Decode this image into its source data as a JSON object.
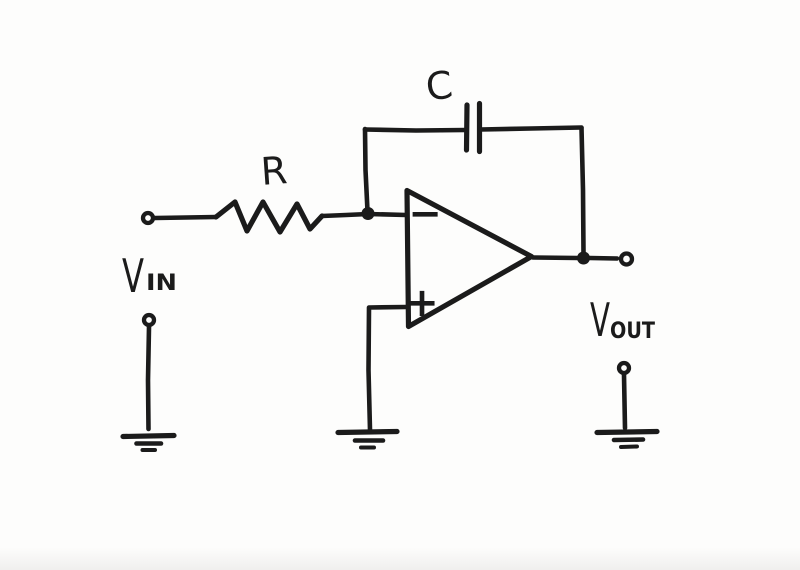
{
  "schematic": {
    "kind": "hand-drawn op-amp integrator circuit",
    "ink_color": "#1b1b1b",
    "paper_color": "#fdfdfc",
    "labels": {
      "resistor": "R",
      "capacitor": "C",
      "opamp_inverting_sign": "−",
      "opamp_noninverting_sign": "+",
      "vin_main": "V",
      "vin_sub": "IN",
      "vout_main": "V",
      "vout_sub": "OUT"
    }
  }
}
